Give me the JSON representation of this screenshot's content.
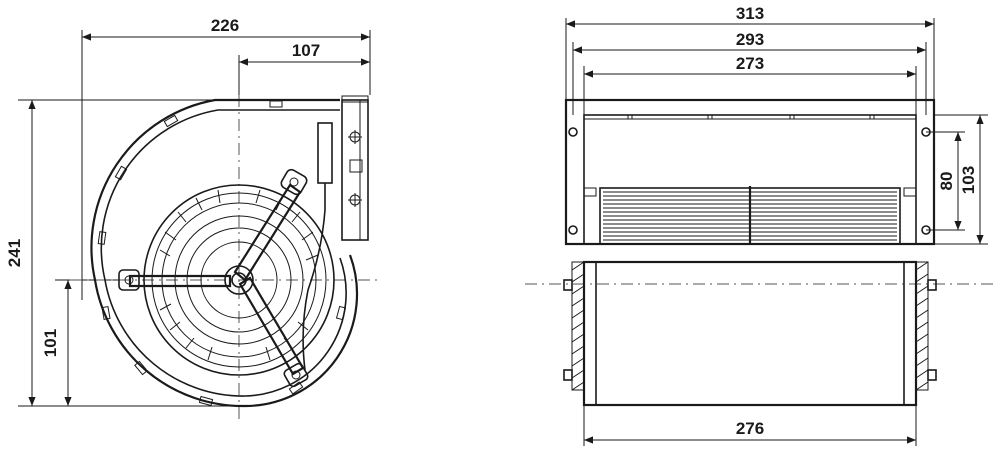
{
  "side_view": {
    "dims": {
      "width_overall": "226",
      "width_half": "107",
      "height_overall": "241",
      "height_axis": "101"
    }
  },
  "front_view": {
    "dims": {
      "width_flange": "313",
      "width_mid": "293",
      "width_opening": "273",
      "hole_spacing": "80",
      "flange_height": "103",
      "width_housing": "276"
    }
  }
}
